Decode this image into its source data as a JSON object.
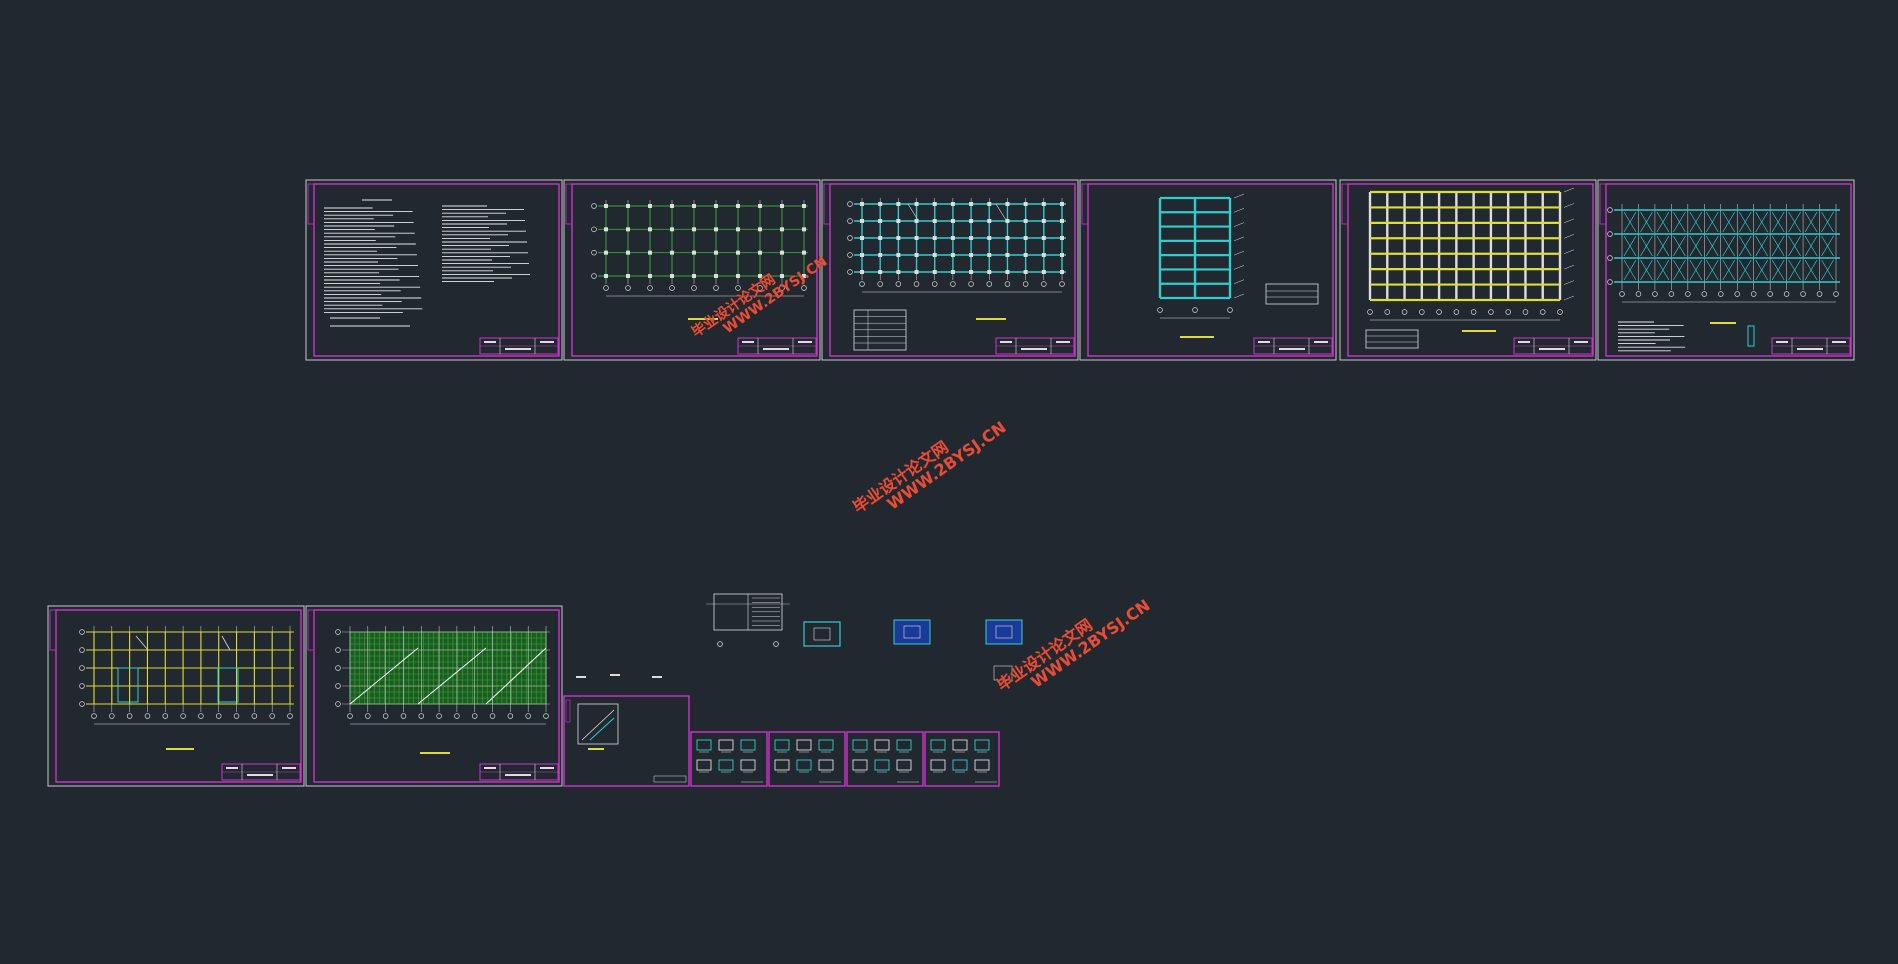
{
  "view": {
    "background": "#212830",
    "accent_magenta": "#cc33cc",
    "frame_color": "#c8c8c8",
    "cyan": "#33cccc",
    "yellow": "#dddd33",
    "green": "#33aa33"
  },
  "sheets": {
    "top_row": [
      {
        "id": "design-notes-sheet",
        "kind": "text"
      },
      {
        "id": "foundation-plan-sheet",
        "kind": "grid"
      },
      {
        "id": "column-plan-sheet",
        "kind": "grid-cyan"
      },
      {
        "id": "frame-elevation-sheet",
        "kind": "frame"
      },
      {
        "id": "beam-elevation-sheet",
        "kind": "frame-yellow"
      },
      {
        "id": "slab-detail-sheet",
        "kind": "grid-cross"
      }
    ],
    "bottom_row": [
      {
        "id": "beam-plan-sheet",
        "kind": "grid-yellow"
      },
      {
        "id": "slab-rebar-sheet",
        "kind": "grid-green"
      },
      {
        "id": "stair-sheet",
        "kind": "stair"
      },
      {
        "id": "detail-sheet-1",
        "kind": "details"
      },
      {
        "id": "detail-sheet-2",
        "kind": "details"
      },
      {
        "id": "detail-sheet-3",
        "kind": "details"
      },
      {
        "id": "detail-sheet-4",
        "kind": "details"
      }
    ]
  },
  "watermark": {
    "line1": "毕业设计论文网",
    "line2": "WWW.2BYSJ.CN"
  }
}
